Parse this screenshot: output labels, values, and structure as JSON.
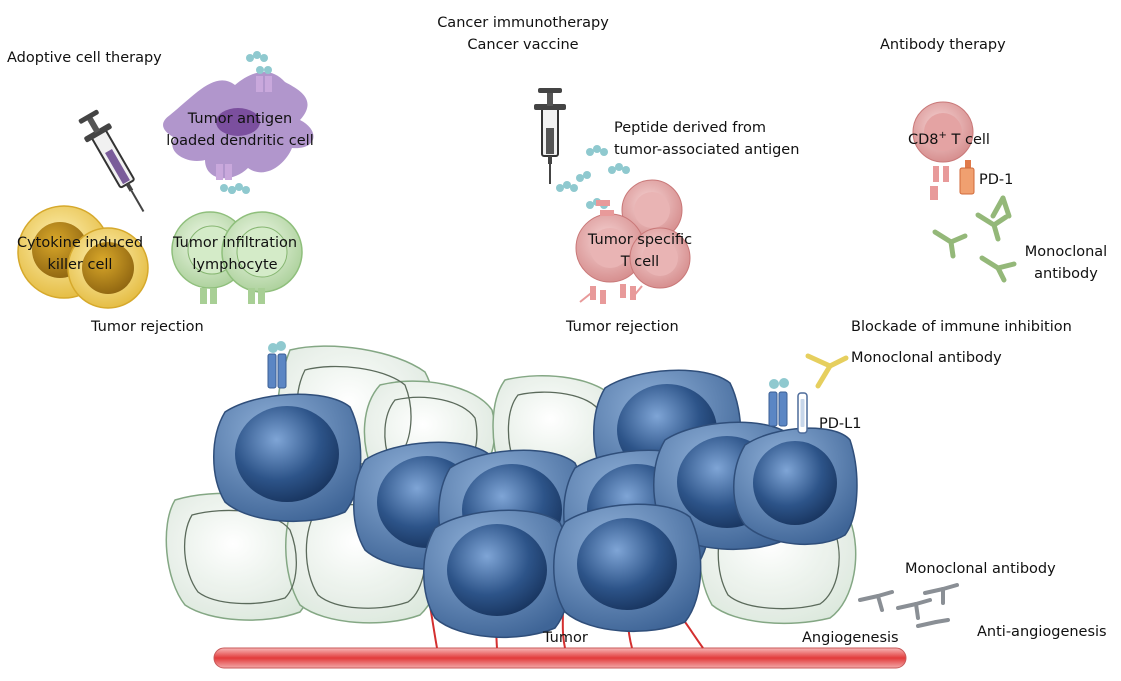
{
  "adoptive": {
    "title": "Adoptive cell therapy",
    "dendritic_line1": "Tumor antigen",
    "dendritic_line2": "loaded dendritic cell",
    "cik_line1": "Cytokine induced",
    "cik_line2": "killer cell",
    "til_line1": "Tumor infiltration",
    "til_line2": "lymphocyte",
    "rejection": "Tumor rejection"
  },
  "vaccine": {
    "title_line1": "Cancer immunotherapy",
    "title_line2": "Cancer vaccine",
    "peptide_line1": "Peptide derived from",
    "peptide_line2": "tumor-associated antigen",
    "tcell_line1": "Tumor specific",
    "tcell_line2": "T cell",
    "rejection": "Tumor rejection"
  },
  "antibody": {
    "title": "Antibody therapy",
    "cd8_prefix": "CD8",
    "cd8_sup": "+",
    "cd8_suffix": " T cell",
    "pd1": "PD-1",
    "mab_line1": "Monoclonal",
    "mab_line2": "antibody",
    "blockade": "Blockade of immune inhibition"
  },
  "tumor_area": {
    "mab_top": "Monoclonal antibody",
    "pdl1": "PD-L1",
    "tumor": "Tumor",
    "angiogenesis": "Angiogenesis",
    "mab_bottom": "Monoclonal antibody",
    "anti_angio": "Anti-angiogenesis"
  },
  "colors": {
    "tumor_cell": "#4a6f9c",
    "tumor_nucleus": "#1f3f6e",
    "normal_cell": "#c9d9c9",
    "tcell": "#e0a3a3",
    "cik": "#e8c24a",
    "til": "#a8cf95",
    "dendritic": "#a98bc7",
    "antigen": "#8fc9cf",
    "vessel": "#e04040",
    "antibody_yellow": "#e6cf5e",
    "antibody_green": "#94b879",
    "antibody_gray": "#8a8f95"
  }
}
